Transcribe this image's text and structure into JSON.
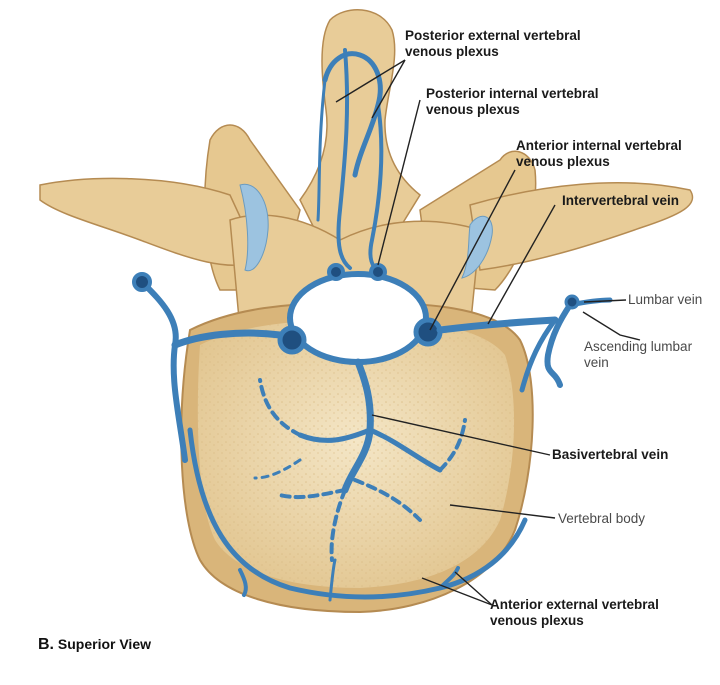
{
  "labels": {
    "posterior_external": [
      "Posterior external vertebral",
      "venous plexus"
    ],
    "posterior_internal": [
      "Posterior internal vertebral",
      "venous plexus"
    ],
    "anterior_internal": [
      "Anterior internal vertebral",
      "venous plexus"
    ],
    "intervertebral_vein": "Intervertebral vein",
    "lumbar_vein": "Lumbar vein",
    "ascending_lumbar": [
      "Ascending lumbar",
      "vein"
    ],
    "basivertebral_vein": "Basivertebral vein",
    "vertebral_body": "Vertebral body",
    "anterior_external": [
      "Anterior external vertebral",
      "venous plexus"
    ]
  },
  "caption": {
    "letter": "B.",
    "text": "Superior View"
  },
  "colors": {
    "bone": "#e8cc98",
    "bone_shadow": "#c9a36a",
    "bone_outline": "#b58b52",
    "cancellous": "#f1e0bd",
    "vein": "#3d7fb8",
    "vein_dark": "#1f4f80",
    "cartilage": "#9cc3e0",
    "line": "#222222"
  }
}
